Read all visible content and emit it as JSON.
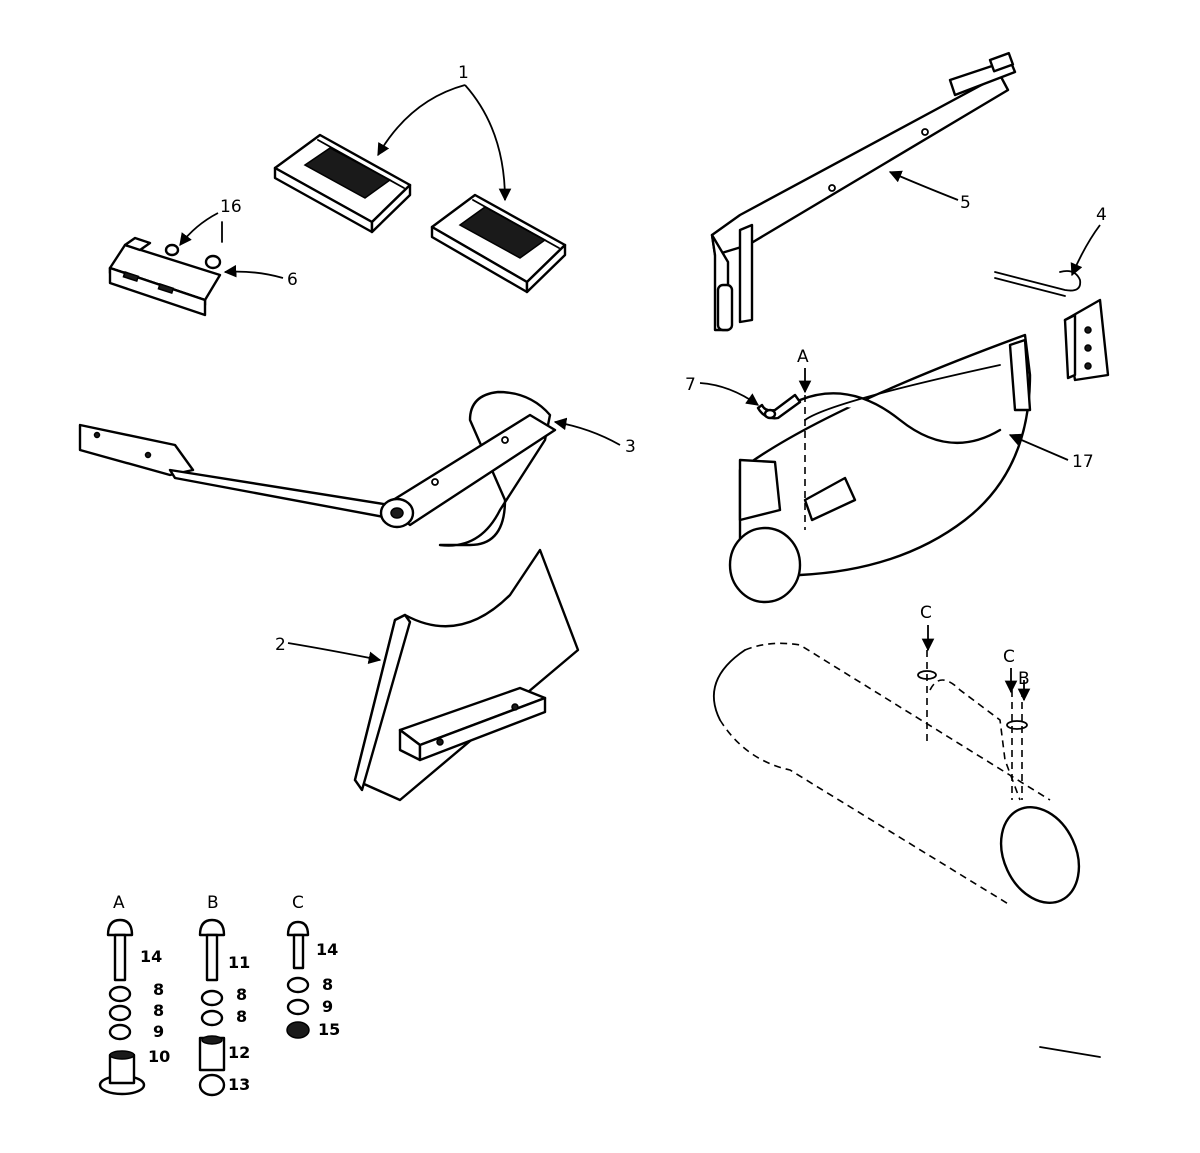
{
  "callouts": {
    "c1": "1",
    "c16": "16",
    "c6": "6",
    "c5": "5",
    "c4": "4",
    "c3": "3",
    "c7": "7",
    "cA": "A",
    "c17": "17",
    "c2": "2",
    "cC1": "C",
    "cC2": "C",
    "cB": "B"
  },
  "hardware": {
    "A": {
      "head": "A",
      "labels": [
        "14",
        "8",
        "8",
        "9",
        "10"
      ]
    },
    "B": {
      "head": "B",
      "labels": [
        "11",
        "8",
        "8",
        "12",
        "13"
      ]
    },
    "C": {
      "head": "C",
      "labels": [
        "14",
        "8",
        "9",
        "15"
      ]
    }
  }
}
